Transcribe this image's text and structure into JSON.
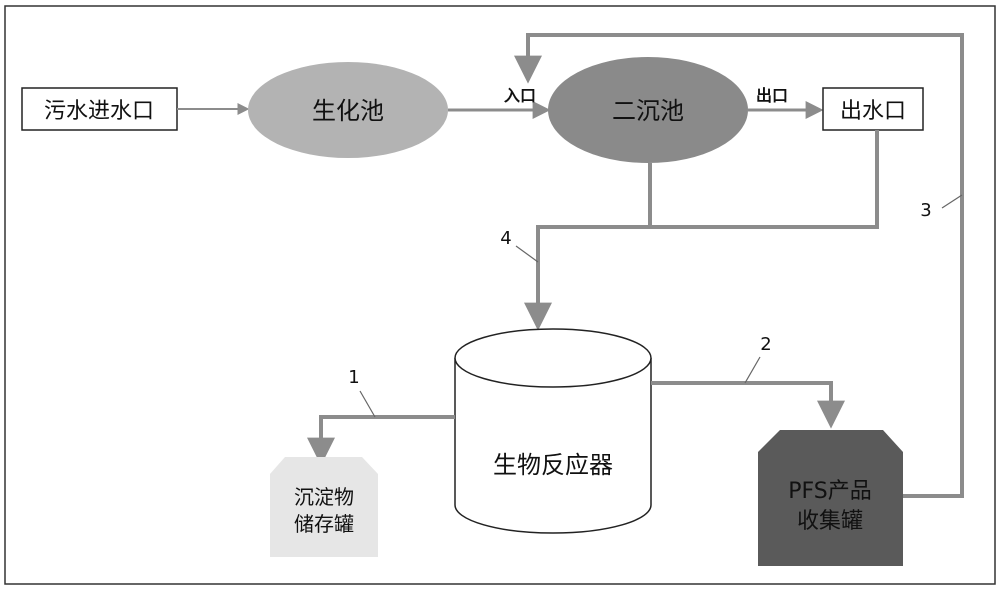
{
  "nodes": {
    "inlet": "污水进水口",
    "biochem": "生化池",
    "secondary": "二沉池",
    "outlet": "出水口",
    "reactor": "生物反应器",
    "sediment_line1": "沉淀物",
    "sediment_line2": "储存罐",
    "pfs_line1": "PFS产品",
    "pfs_line2": "收集罐"
  },
  "port_labels": {
    "entry": "入口",
    "exit": "出口"
  },
  "callouts": {
    "c1": "1",
    "c2": "2",
    "c3": "3",
    "c4": "4"
  },
  "colors": {
    "pipe": "#8c8c8c",
    "biochem_fill": "#b3b3b3",
    "secondary_fill": "#8a8a8a",
    "pfs_fill": "#5a5a5a",
    "sediment_fill": "#e6e6e6"
  }
}
